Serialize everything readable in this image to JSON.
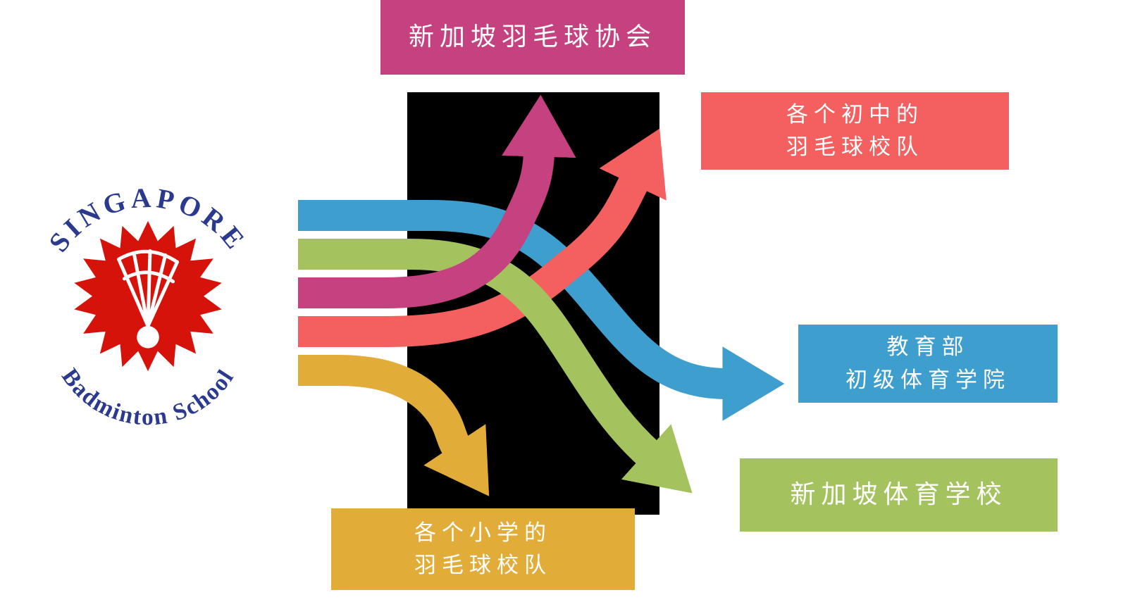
{
  "backdrop_color": "#000000",
  "logo": {
    "top_text": "SINGAPORE",
    "bottom_text": "Badminton School",
    "text_color": "#2B3A8F",
    "emblem_color": "#D6130B"
  },
  "nodes": {
    "association": {
      "line1": "新加坡羽毛球协会",
      "color": "#C5417F"
    },
    "secondary_schools": {
      "line1": "各个初中的",
      "line2": "羽毛球校队",
      "color": "#F45F5F"
    },
    "moe_academy": {
      "line1": "教育部",
      "line2": "初级体育学院",
      "color": "#3E9ECD"
    },
    "sports_school": {
      "line1": "新加坡体育学校",
      "color": "#A4C25D"
    },
    "primary_schools": {
      "line1": "各个小学的",
      "line2": "羽毛球校队",
      "color": "#E2AC39"
    }
  },
  "flows": {
    "to_association": {
      "color": "#C5417F"
    },
    "to_secondary_schools": {
      "color": "#F45F5F"
    },
    "to_moe_academy": {
      "color": "#3E9ECD"
    },
    "to_sports_school": {
      "color": "#A4C25D"
    },
    "to_primary_schools": {
      "color": "#E2AC39"
    }
  }
}
